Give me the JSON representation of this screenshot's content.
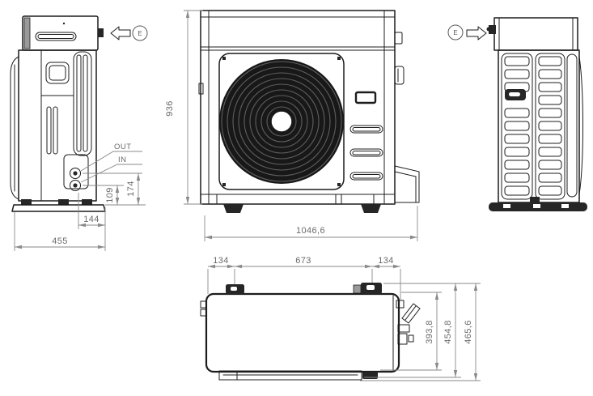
{
  "colors": {
    "background": "#ffffff",
    "part_outline": "#1c1c1c",
    "dimension_lines": "#8a8a8a",
    "dimension_text": "#6b6b6b"
  },
  "left_view": {
    "marker": "E",
    "labels": {
      "out": "OUT",
      "in": "IN"
    },
    "dims": {
      "overall_depth": "455",
      "pipe_offset": "144",
      "in_height": "109",
      "out_height": "174"
    }
  },
  "front_view": {
    "dims": {
      "height": "936",
      "width": "1046,6"
    }
  },
  "right_view": {
    "marker": "E"
  },
  "top_view": {
    "dims": {
      "foot_left_offset": "134",
      "foot_spacing": "673",
      "foot_right_offset": "134",
      "body_depth": "393,8",
      "feet_depth": "454,8",
      "overall_depth": "465,6"
    }
  }
}
